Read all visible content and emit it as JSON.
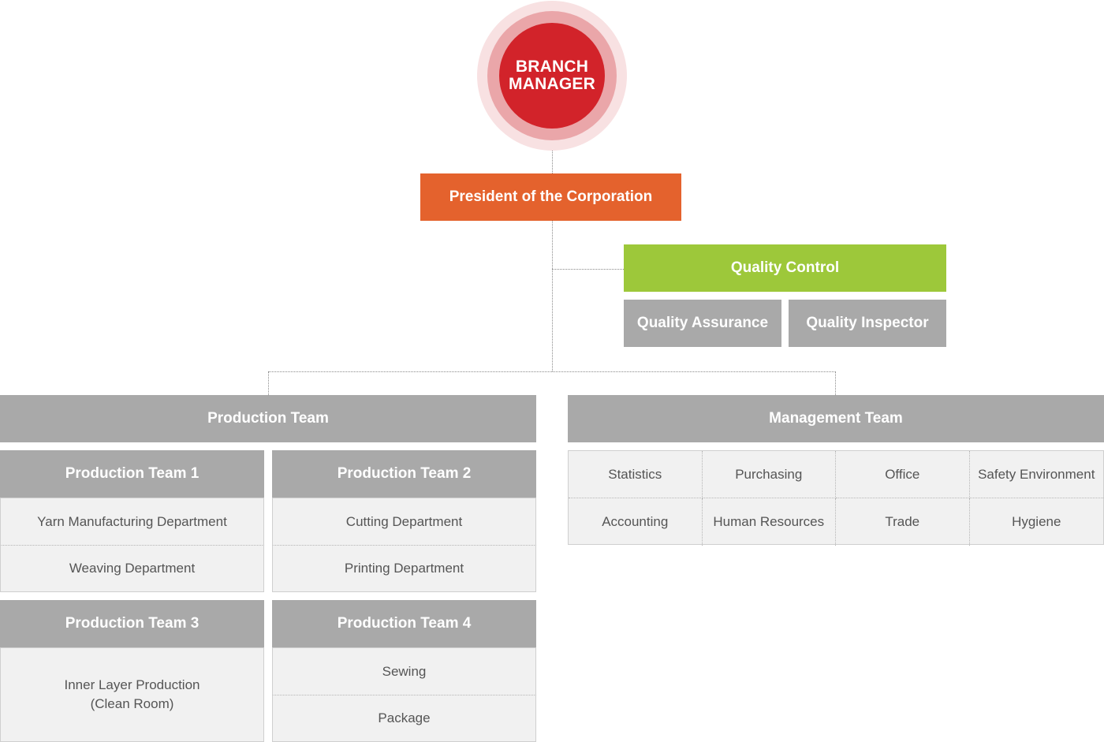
{
  "colors": {
    "manager_red": "#d2232a",
    "ring_mid": "#eaa6a9",
    "ring_outer": "#f8e1e2",
    "president_orange": "#e4622d",
    "quality_green": "#9dc83a",
    "box_gray": "#a9a9a9",
    "cell_bg": "#f1f1f1"
  },
  "manager": {
    "line1": "BRANCH",
    "line2": "MANAGER"
  },
  "president": "President of the Corporation",
  "quality": {
    "title": "Quality Control",
    "assurance": "Quality Assurance",
    "inspector": "Quality Inspector"
  },
  "production": {
    "title": "Production Team",
    "team1": {
      "title": "Production Team 1",
      "items": [
        "Yarn Manufacturing Department",
        "Weaving Department"
      ]
    },
    "team2": {
      "title": "Production Team 2",
      "items": [
        "Cutting Department",
        "Printing Department"
      ]
    },
    "team3": {
      "title": "Production Team 3",
      "items": [
        "Inner Layer Production",
        "(Clean Room)"
      ]
    },
    "team4": {
      "title": "Production Team 4",
      "items": [
        "Sewing",
        "Package"
      ]
    }
  },
  "management": {
    "title": "Management Team",
    "items": [
      "Statistics",
      "Purchasing",
      "Office",
      "Safety Environment",
      "Accounting",
      "Human Resources",
      "Trade",
      "Hygiene"
    ]
  }
}
